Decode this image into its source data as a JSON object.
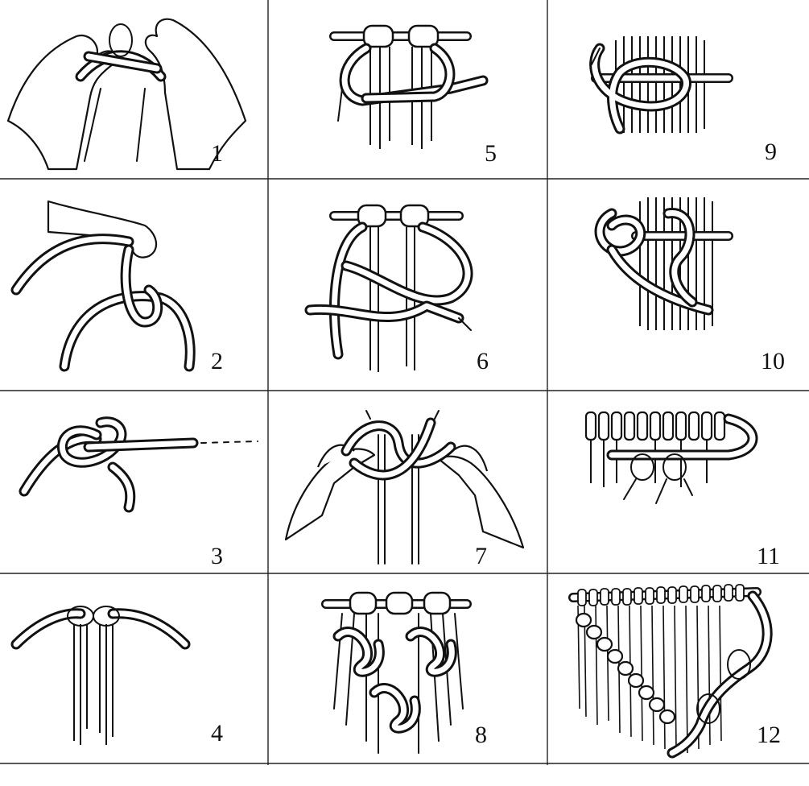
{
  "figure": {
    "panels": [
      {
        "id": 1,
        "label": "1"
      },
      {
        "id": 2,
        "label": "2"
      },
      {
        "id": 3,
        "label": "3"
      },
      {
        "id": 4,
        "label": "4"
      },
      {
        "id": 5,
        "label": "5"
      },
      {
        "id": 6,
        "label": "6"
      },
      {
        "id": 7,
        "label": "7"
      },
      {
        "id": 8,
        "label": "8"
      },
      {
        "id": 9,
        "label": "9"
      },
      {
        "id": 10,
        "label": "10"
      },
      {
        "id": 11,
        "label": "11"
      },
      {
        "id": 12,
        "label": "12"
      }
    ]
  }
}
